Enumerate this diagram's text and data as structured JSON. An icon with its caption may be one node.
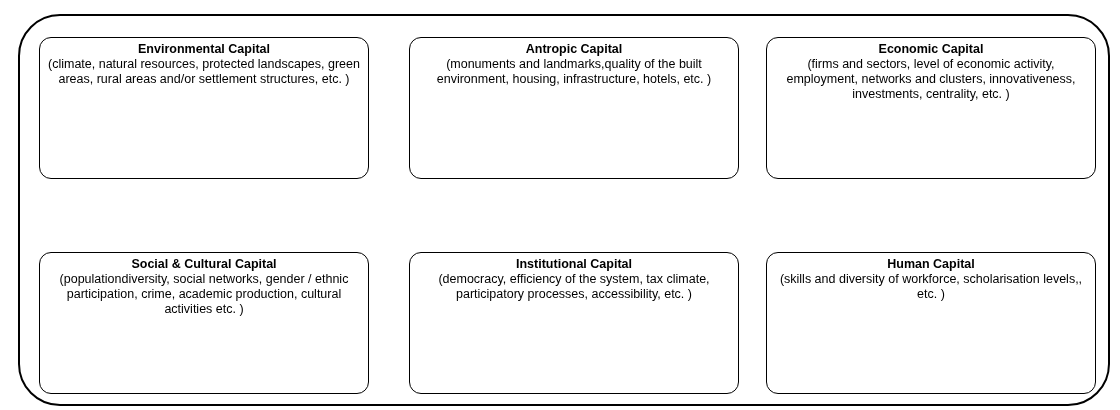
{
  "diagram": {
    "nodes": [
      {
        "text": [],
        "shape": "box"
      },
      {
        "text": [
          "Environmental Capital",
          "(climate, natural resources, protected landscapes, green areas, rural areas and/or settlement structures, etc. )"
        ],
        "in": 0
      },
      {
        "text": [
          "Antropic Capital",
          "(monuments and landmarks,quality of the built environment, housing, infrastructure, hotels, etc. )"
        ],
        "in": 0
      },
      {
        "text": [
          "Economic Capital",
          "(firms and sectors, level of economic activity, employment, networks and clusters, innovativeness, investments, centrality, etc. )"
        ],
        "in": 0
      },
      {
        "text": [
          "Social & Cultural Capital",
          "(populationdiversity, social networks, gender / ethnic participation, crime, academic production, cultural activities etc. )"
        ],
        "in": 0
      },
      {
        "text": [
          "Institutional Capital",
          "(democracy, efficiency of the system, tax climate, participatory processes, accessibility, etc. )"
        ],
        "in": 0
      },
      {
        "text": [
          "Human Capital",
          "(skills and diversity of workforce, scholarisation levels,, etc. )"
        ],
        "in": 0
      }
    ]
  }
}
